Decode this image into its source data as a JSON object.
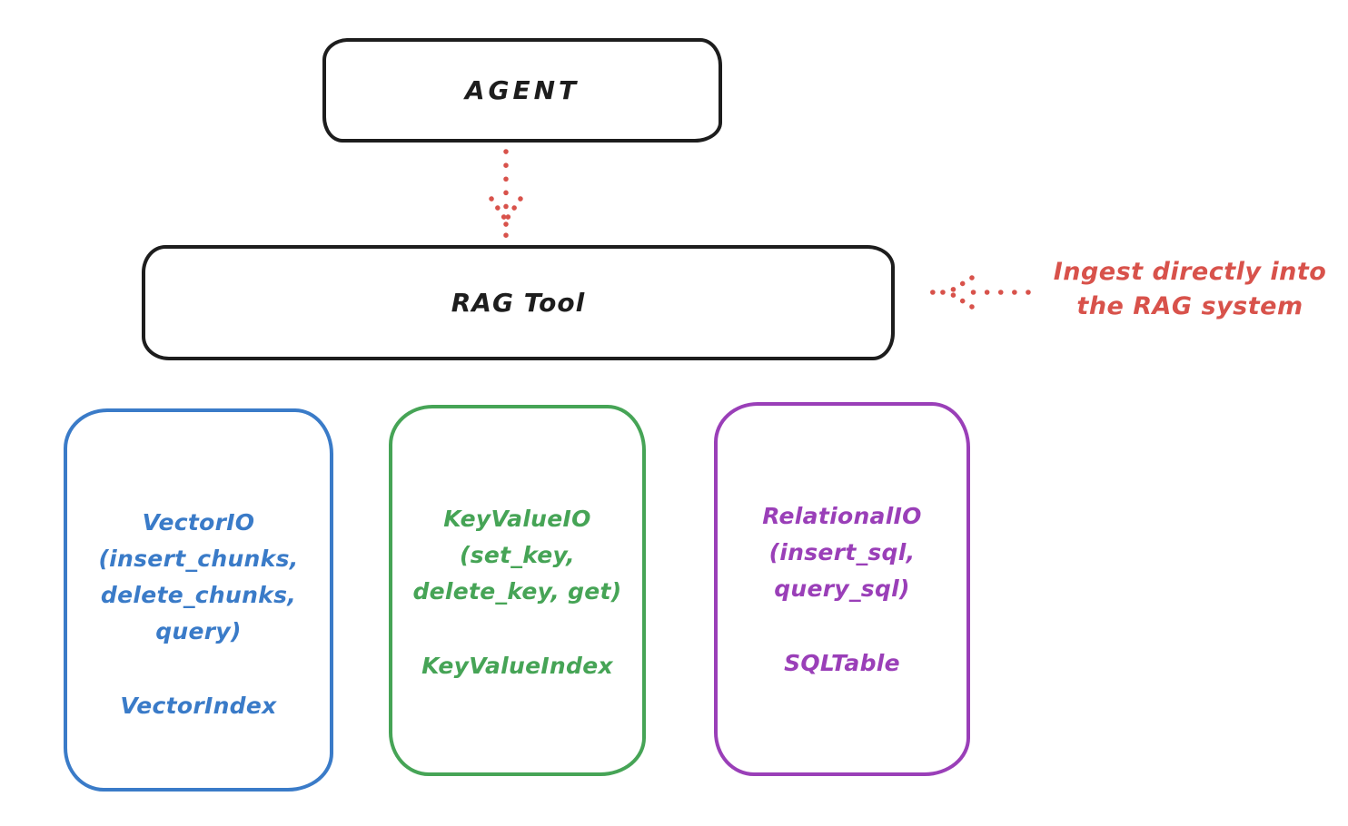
{
  "diagram": {
    "agent_box": {
      "label": "AGENT",
      "border_color": "#1d1d1d"
    },
    "rag_tool_box": {
      "label": "RAG Tool",
      "border_color": "#1d1d1d"
    },
    "agent_to_rag_arrow": {
      "name": "dotted-down-arrow",
      "direction": "down",
      "style": "dotted",
      "color": "#d8524b"
    },
    "ingest_annotation": {
      "text": "Ingest directly into\nthe RAG system",
      "color": "#d8524b",
      "arrow": {
        "name": "dotted-left-arrow",
        "direction": "left",
        "style": "dotted",
        "color": "#d8524b"
      }
    },
    "io_boxes": [
      {
        "title": "VectorIO",
        "methods": "(insert_chunks,\ndelete_chunks,\nquery)",
        "index_label": "VectorIndex",
        "color": "#3a7bc8"
      },
      {
        "title": "KeyValueIO",
        "methods": "(set_key,\ndelete_key, get)",
        "index_label": "KeyValueIndex",
        "color": "#46a456"
      },
      {
        "title": "RelationalIO",
        "methods": "(insert_sql,\nquery_sql)",
        "index_label": "SQLTable",
        "color": "#9a3fb8"
      }
    ]
  }
}
